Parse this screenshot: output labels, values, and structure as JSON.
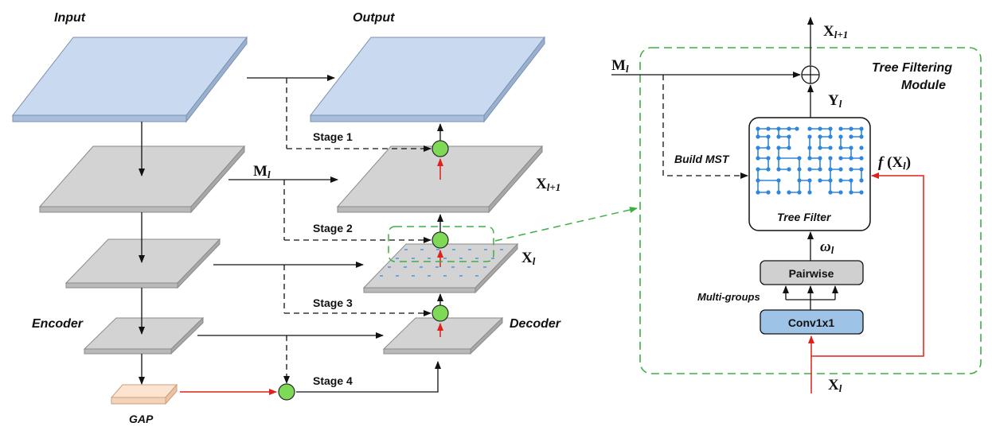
{
  "labels": {
    "input": "Input",
    "output": "Output",
    "encoder": "Encoder",
    "decoder": "Decoder",
    "gap": "GAP",
    "stage1": "Stage 1",
    "stage2": "Stage 2",
    "stage3": "Stage 3",
    "stage4": "Stage 4",
    "build_mst": "Build MST",
    "multi_groups": "Multi-groups",
    "tree_filter": "Tree Filter",
    "pairwise": "Pairwise",
    "conv": "Conv1x1",
    "module_title_1": "Tree Filtering",
    "module_title_2": "Module"
  },
  "symbols": {
    "M_left": {
      "main": "M",
      "sub": "l"
    },
    "X_l1_left": {
      "main": "X",
      "sub": "l+1"
    },
    "X_l_left": {
      "main": "X",
      "sub": "l"
    },
    "X_l1_top": {
      "main": "X",
      "sub": "l+1"
    },
    "M_right": {
      "main": "M",
      "sub": "l"
    },
    "Y_l": {
      "main": "Y",
      "sub": "l"
    },
    "omega_l": {
      "main": "ω",
      "sub": "l"
    },
    "X_l_bottom": {
      "main": "X",
      "sub": "l"
    },
    "fx": {
      "pre": "f",
      "open": " (",
      "main": "X",
      "sub": "l",
      "close": ")"
    }
  },
  "colors": {
    "input_plate": "#c9d9ef",
    "gray_plate": "#d3d3d3",
    "gap_plate": "#fce4d0",
    "node_green": "#7ed957",
    "dashed_green": "#3cb043",
    "tree_blue": "#2e86de",
    "conv_blue": "#9dc3e6",
    "pairwise_gray": "#d0d0d0",
    "arrow_red": "#e0201a"
  }
}
